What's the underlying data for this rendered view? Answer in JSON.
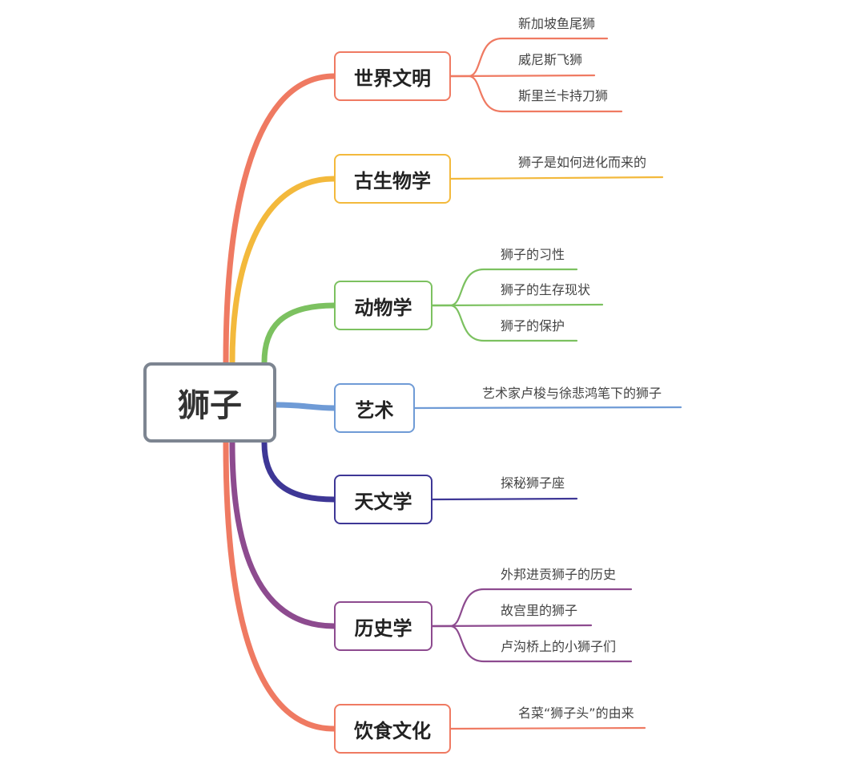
{
  "central": {
    "label": "狮子",
    "color": "#7d8591"
  },
  "branches": [
    {
      "label": "世界文明",
      "color": "#ef7a62",
      "leaves": [
        "新加坡鱼尾狮",
        "威尼斯飞狮",
        "斯里兰卡持刀狮"
      ]
    },
    {
      "label": "古生物学",
      "color": "#f3b93c",
      "leaves": [
        "狮子是如何进化而来的"
      ]
    },
    {
      "label": "动物学",
      "color": "#7cc160",
      "leaves": [
        "狮子的习性",
        "狮子的生存现状",
        "狮子的保护"
      ]
    },
    {
      "label": "艺术",
      "color": "#6f9bd6",
      "leaves": [
        "艺术家卢梭与徐悲鸿笔下的狮子"
      ]
    },
    {
      "label": "天文学",
      "color": "#3e3796",
      "leaves": [
        "探秘狮子座"
      ]
    },
    {
      "label": "历史学",
      "color": "#8d4b8f",
      "leaves": [
        "外邦进贡狮子的历史",
        "故宫里的狮子",
        "卢沟桥上的小狮子们"
      ]
    },
    {
      "label": "饮食文化",
      "color": "#ef7a62",
      "leaves": [
        "名菜“狮子头”的由来"
      ]
    }
  ]
}
